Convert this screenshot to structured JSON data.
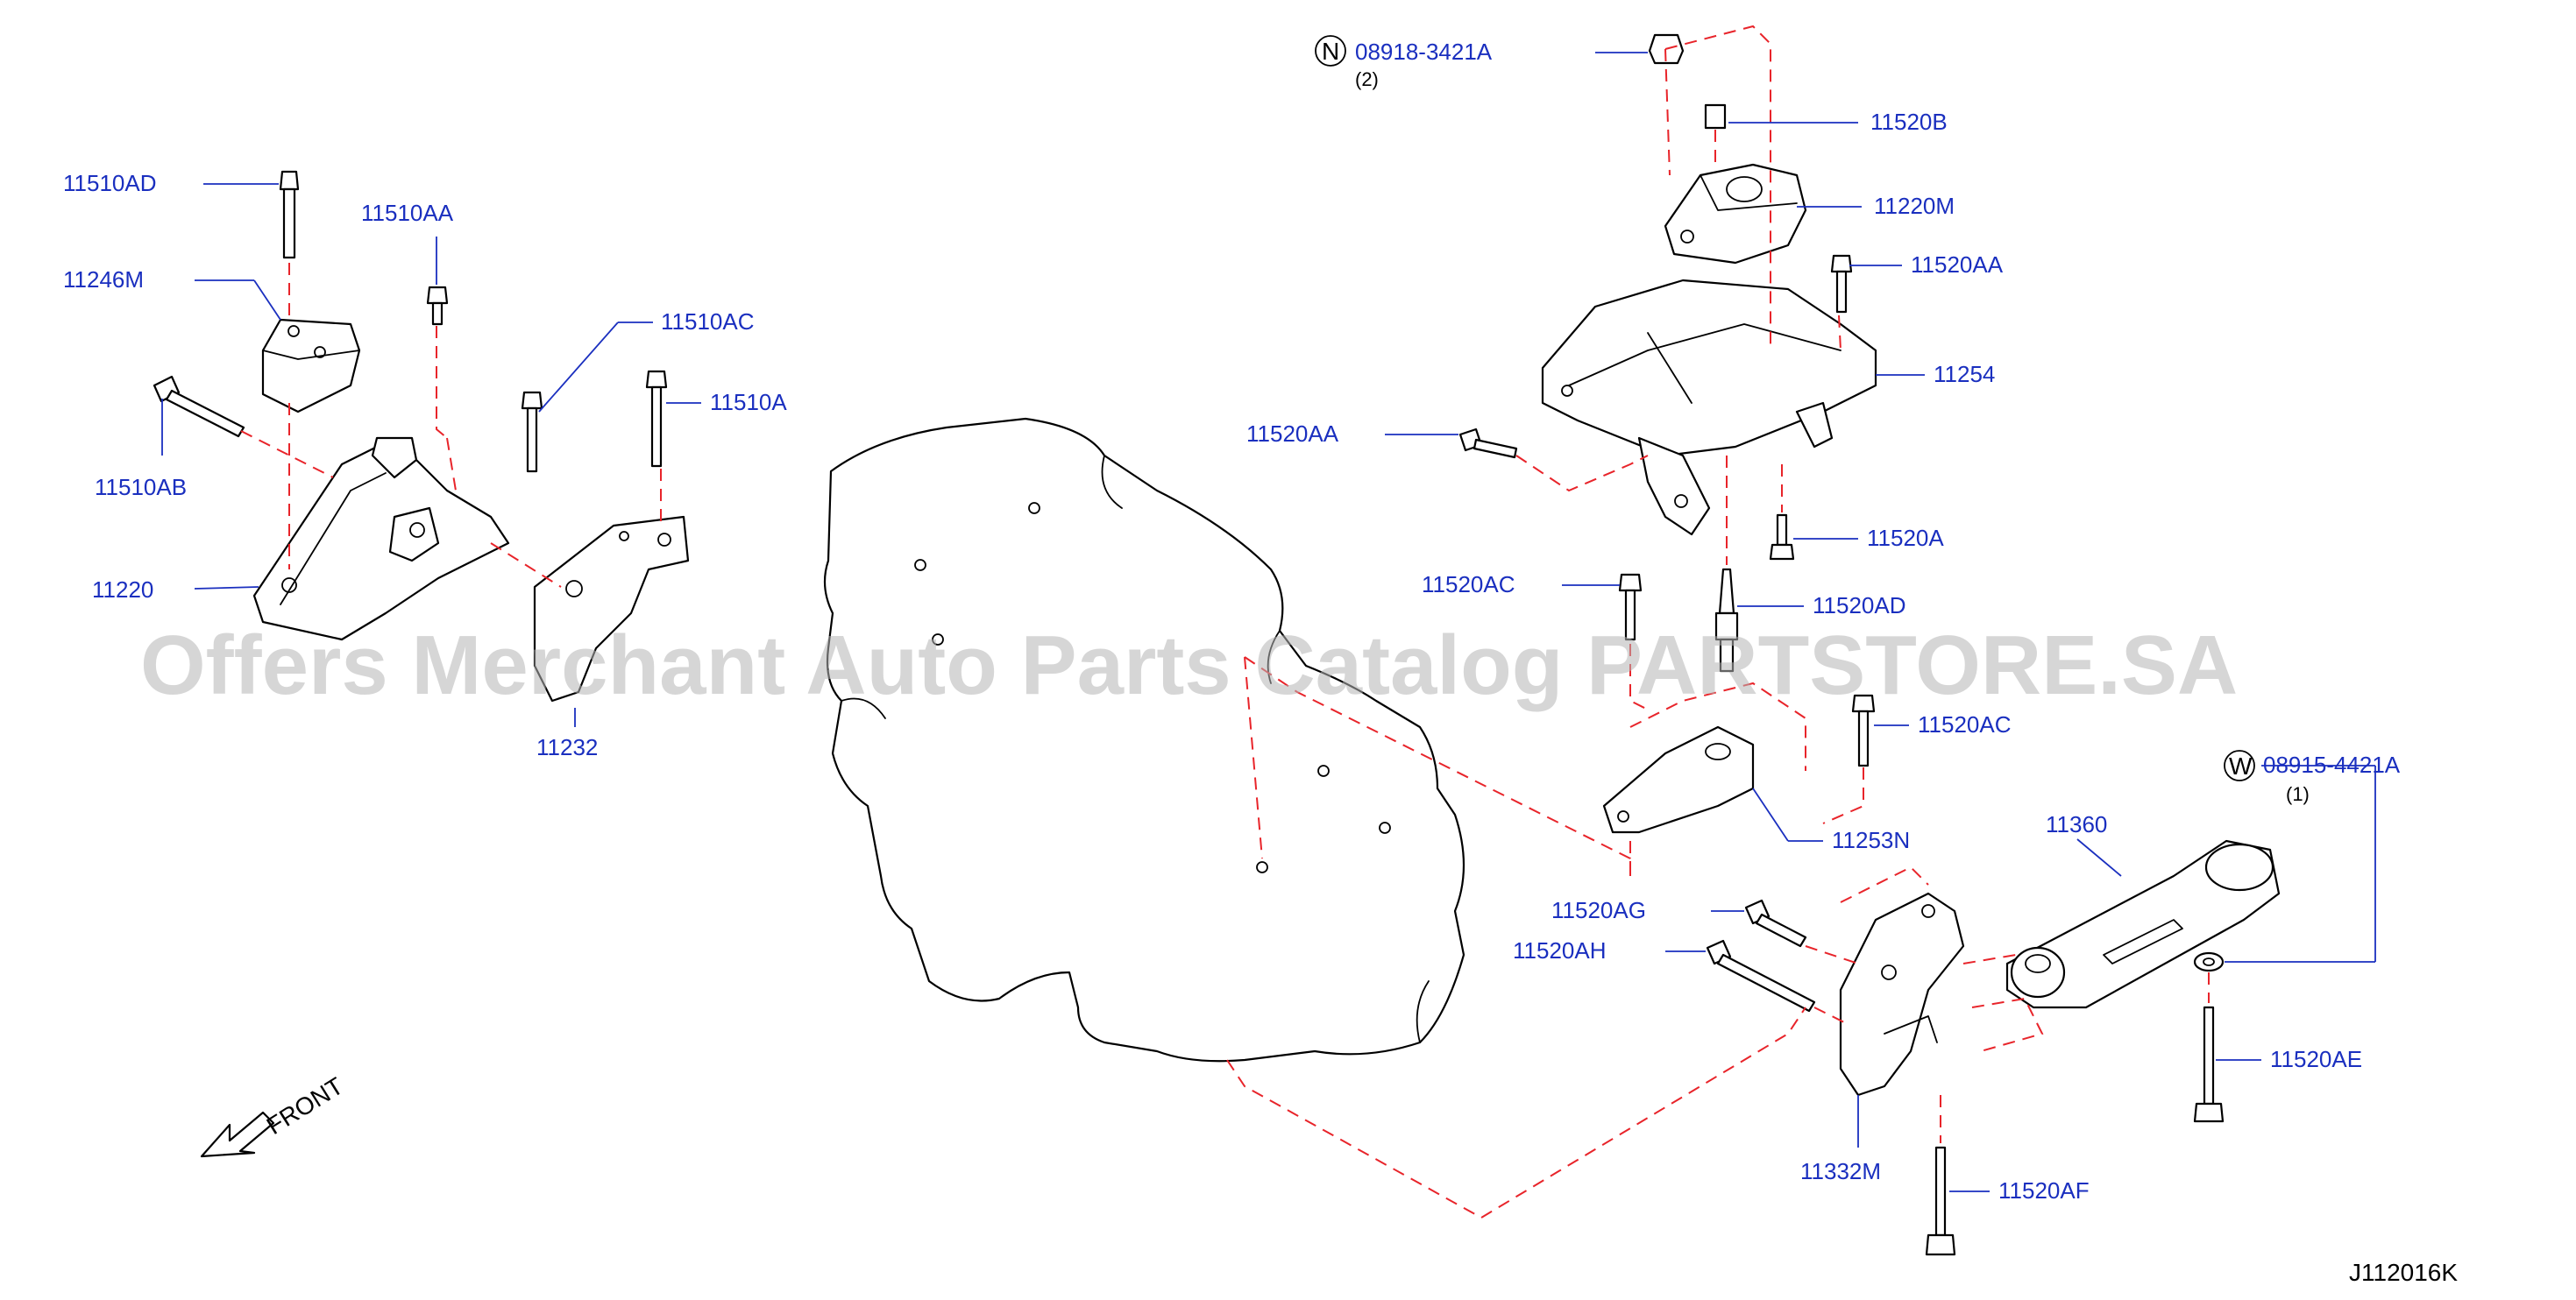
{
  "watermark": "Offers Merchant Auto Parts Catalog PARTSTORE.SA",
  "diagram_code": "J112016K",
  "front_label": "FRONT",
  "labels": {
    "p11510AD": "11510AD",
    "p11246M": "11246M",
    "p11510AA": "11510AA",
    "p11510AC": "11510AC",
    "p11510AB": "11510AB",
    "p11510A": "11510A",
    "p11220": "11220",
    "p11232": "11232",
    "p08918": "08918-3421A",
    "p11520B": "11520B",
    "p11220M": "11220M",
    "p11520AA_r": "11520AA",
    "p11254": "11254",
    "p11520AA_l": "11520AA",
    "p11520A": "11520A",
    "p11520AC_l": "11520AC",
    "p11520AD": "11520AD",
    "p11520AC_r": "11520AC",
    "p08915": "08915-4421A",
    "p11253N": "11253N",
    "p11360": "11360",
    "p11520AG": "11520AG",
    "p11520AH": "11520AH",
    "p11520AE": "11520AE",
    "p11332M": "11332M",
    "p11520AF": "11520AF"
  },
  "prefixes": {
    "n": "N",
    "w": "W"
  },
  "quantities": {
    "q2": "(2)",
    "q1": "(1)"
  },
  "colors": {
    "label": "#1a2fbf",
    "dash": "#e8242a",
    "line": "#000000"
  }
}
